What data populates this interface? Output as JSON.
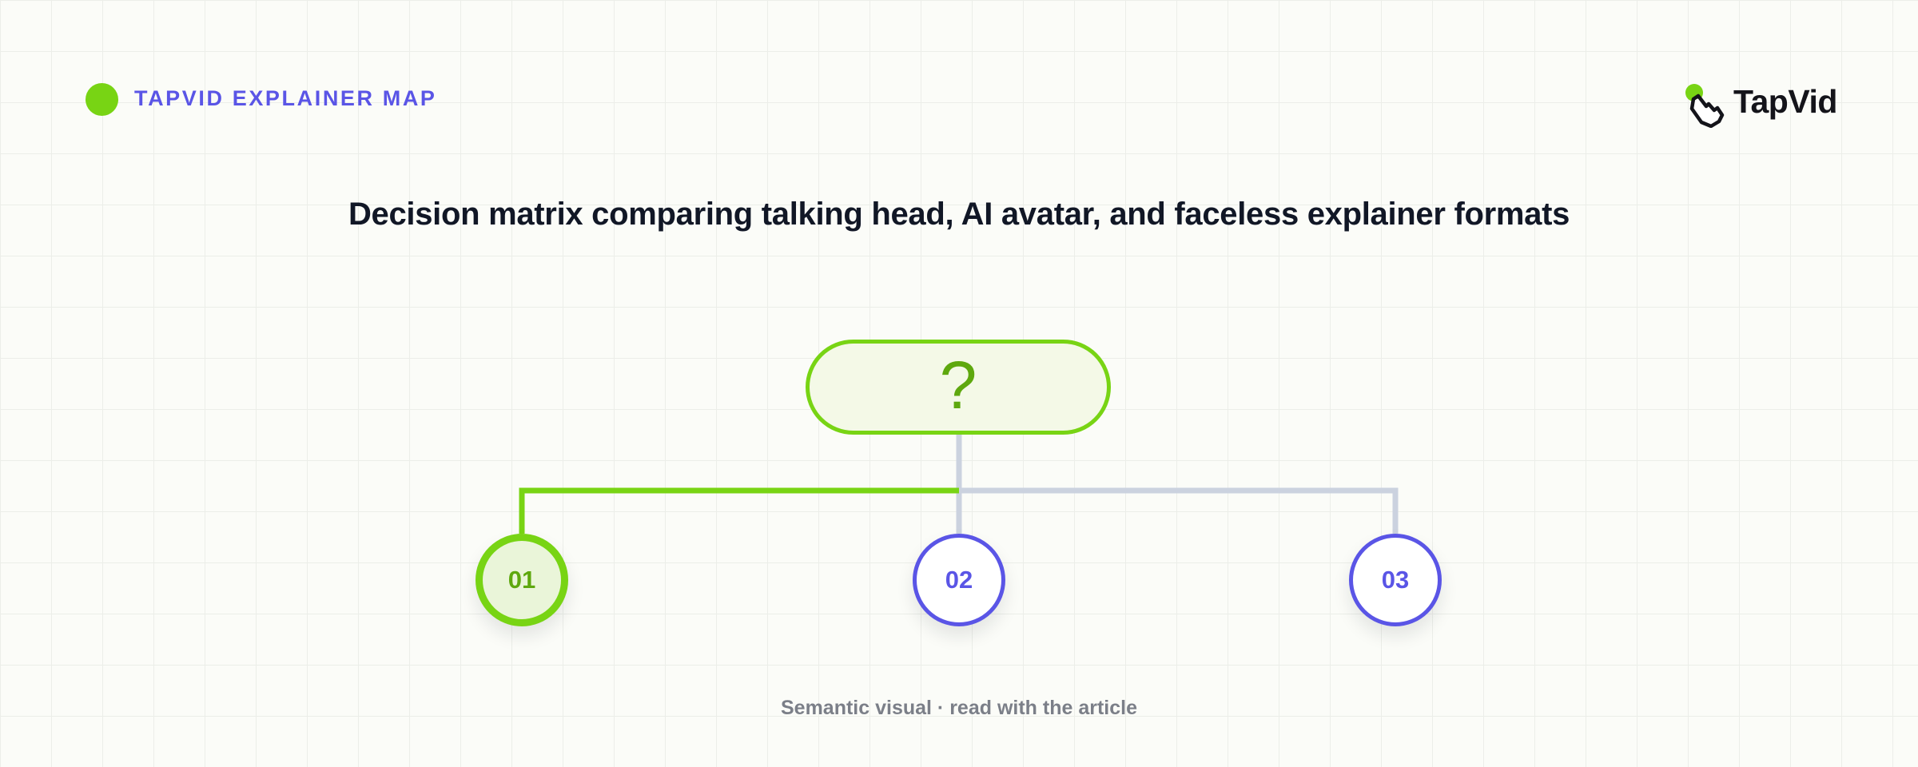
{
  "header": {
    "brand_label": "TAPVID EXPLAINER MAP"
  },
  "logo": {
    "text": "TapVid",
    "icon": "pointer-hand-icon"
  },
  "title": "Decision matrix comparing talking head, AI avatar, and faceless explainer formats",
  "diagram": {
    "root": {
      "label": "?"
    },
    "options": [
      {
        "label": "01",
        "state": "active"
      },
      {
        "label": "02",
        "state": "default"
      },
      {
        "label": "03",
        "state": "default"
      }
    ]
  },
  "footer": {
    "note": "Semantic visual · read with the article"
  },
  "colors": {
    "accent_green": "#78d414",
    "accent_purple": "#5a55e6",
    "connector_muted": "#cbd2df",
    "title_text": "#111726",
    "background": "#fbfcf8"
  }
}
